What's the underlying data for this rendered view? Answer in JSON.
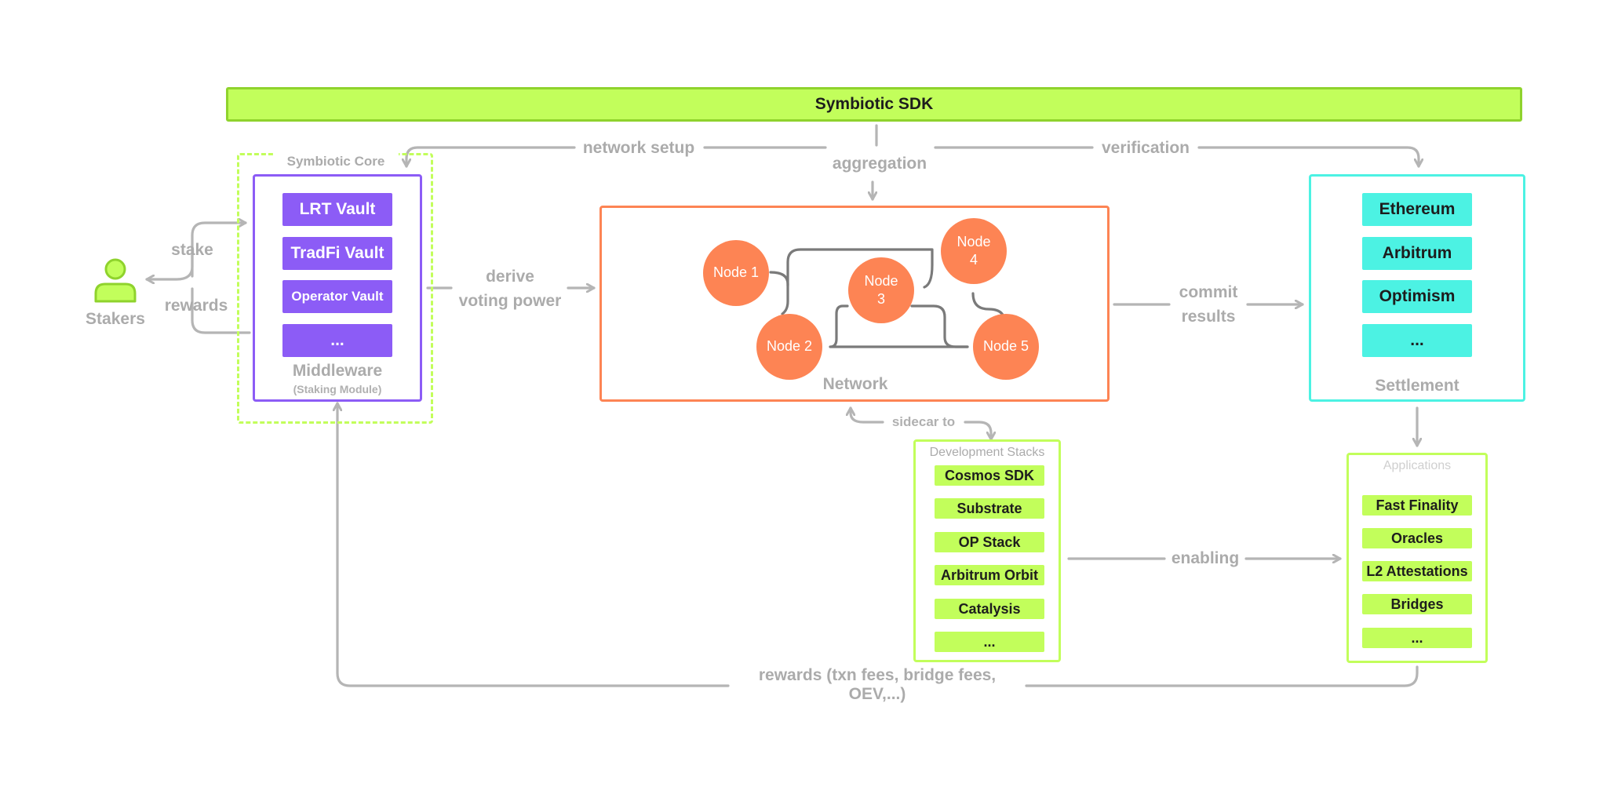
{
  "sdk": {
    "title": "Symbiotic SDK"
  },
  "flows": {
    "network_setup": "network setup",
    "aggregation": "aggregation",
    "verification": "verification",
    "stake": "stake",
    "rewards": "rewards",
    "derive": "derive",
    "voting_power": "voting power",
    "commit": "commit",
    "results": "results",
    "sidecar_to": "sidecar to",
    "enabling": "enabling",
    "bottom_rewards": "rewards (txn fees, bridge fees, OEV,...)"
  },
  "stakers": {
    "label": "Stakers",
    "icon": "user-icon",
    "color": "#c2fe5b"
  },
  "core": {
    "title": "Symbiotic Core",
    "middleware_label": "Middleware",
    "middleware_sub": "(Staking Module)",
    "vaults": [
      "LRT Vault",
      "TradFi Vault",
      "Operator Vault",
      "..."
    ],
    "color": "#8c5cf6"
  },
  "network": {
    "label": "Network",
    "nodes": [
      {
        "line1": "Node 1",
        "line2": ""
      },
      {
        "line1": "Node 2",
        "line2": ""
      },
      {
        "line1": "Node",
        "line2": "3"
      },
      {
        "line1": "Node",
        "line2": "4"
      },
      {
        "line1": "Node 5",
        "line2": ""
      }
    ],
    "color": "#fd8454"
  },
  "settlement": {
    "label": "Settlement",
    "chains": [
      "Ethereum",
      "Arbitrum",
      "Optimism",
      "..."
    ],
    "color": "#4cf2e3"
  },
  "dev_stacks": {
    "title": "Development Stacks",
    "items": [
      "Cosmos SDK",
      "Substrate",
      "OP Stack",
      "Arbitrum Orbit",
      "Catalysis",
      "..."
    ]
  },
  "applications": {
    "title": "Applications",
    "items": [
      "Fast Finality",
      "Oracles",
      "L2 Attestations",
      "Bridges",
      "..."
    ]
  },
  "colors": {
    "accent_green": "#c2fe5b",
    "arrow_gray": "#b5b5b5",
    "link_gray": "#7a7a7a"
  }
}
